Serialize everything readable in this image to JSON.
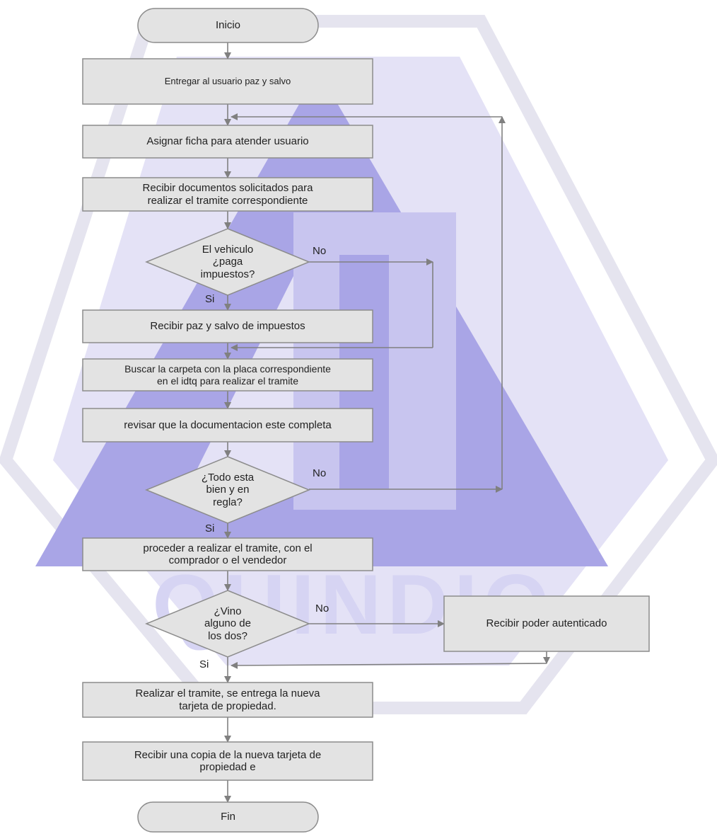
{
  "colors": {
    "background": "#ffffff",
    "box_fill": "#e3e3e3",
    "box_stroke": "#8c8c8c",
    "arrow": "#808080",
    "text": "#222222",
    "watermark": "#aaa6e8"
  },
  "watermark": {
    "letters": [
      "A",
      "I",
      "P"
    ],
    "text": "QUINDIO"
  },
  "nodes": {
    "start": "Inicio",
    "deliver_paz_salvo": "Entregar al usuario paz y salvo",
    "assign_ticket": "Asignar ficha para atender usuario",
    "receive_docs": "Recibir documentos solicitados para\nrealizar el tramite correspondiente",
    "decision_taxes": "El vehiculo\n¿paga\nimpuestos?",
    "receive_tax_clearance": "Recibir paz y salvo de impuestos",
    "find_folder": "Buscar la carpeta con la placa correspondiente\nen el idtq  para realizar el tramite",
    "review_docs": "revisar que la documentacion este completa",
    "decision_ok": "¿Todo esta\nbien y en\nregla?",
    "proceed": "proceder a realizar el tramite, con el\ncomprador o el vendedor",
    "decision_came": "¿Vino\nalguno de\nlos dos?",
    "receive_power": "Recibir poder autenticado",
    "do_procedure": "Realizar el tramite, se entrega la nueva\ntarjeta de propiedad.",
    "receive_copy": "Recibir una copia de la  nueva tarjeta de\npropiedad e",
    "end": "Fin"
  },
  "edge_labels": {
    "taxes_no": "No",
    "taxes_yes": "Si",
    "ok_no": "No",
    "ok_yes": "Si",
    "came_no": "No",
    "came_yes": "Si"
  }
}
